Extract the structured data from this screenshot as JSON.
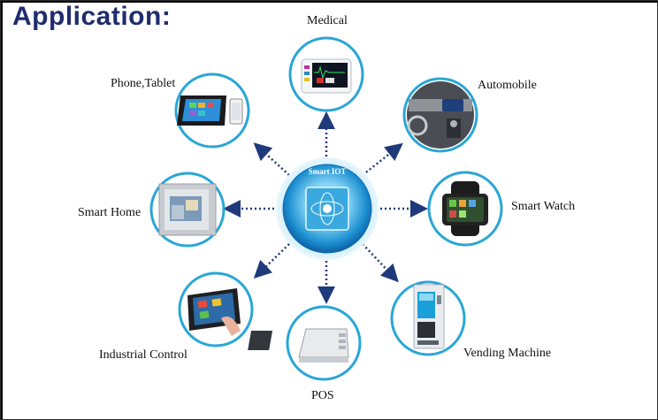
{
  "title": "Application:",
  "center": {
    "label": "Smart IOT"
  },
  "items": [
    {
      "label": "Medical",
      "icon": "medical-monitor-icon"
    },
    {
      "label": "Automobile",
      "icon": "car-dashboard-icon"
    },
    {
      "label": "Smart Watch",
      "icon": "smart-watch-icon"
    },
    {
      "label": "Vending Machine",
      "icon": "vending-machine-icon"
    },
    {
      "label": "POS",
      "icon": "pos-terminal-icon"
    },
    {
      "label": "Industrial Control",
      "icon": "industrial-panel-icon"
    },
    {
      "label": "Smart Home",
      "icon": "smart-home-panel-icon"
    },
    {
      "label": "Phone,Tablet",
      "icon": "phone-tablet-icon"
    }
  ],
  "colors": {
    "title": "#1f2d6e",
    "ring": "#2aa6d6",
    "arrow": "#1f3a7a",
    "hub": "#1c8fd0"
  }
}
